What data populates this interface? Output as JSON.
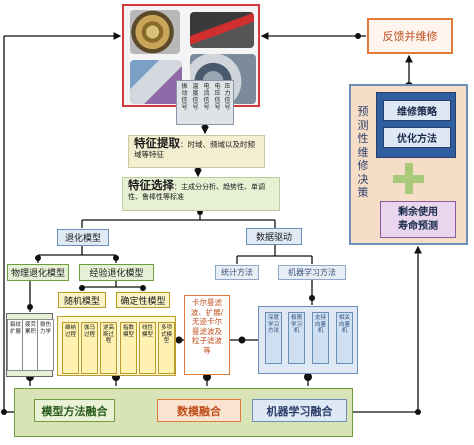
{
  "image_panel": {
    "items": [
      "bearing-photo",
      "battery-module-photo",
      "robot-arm-photo",
      "turbofan-engine-photo"
    ]
  },
  "signals": [
    "振动信号",
    "温度信号",
    "电流信号",
    "电压信号",
    "压力信号"
  ],
  "feature_extraction": {
    "title": "特征提取",
    "desc": "：时域、频域以及时频域等特征"
  },
  "feature_selection": {
    "title": "特征选择",
    "desc": "：主成分分析、趋势性、单调性、鲁棒性等标准"
  },
  "degradation_model": "退化模型",
  "data_driven": "数据驱动",
  "physical_model": "物理退化模型",
  "empirical_model": "经验退化模型",
  "statistical_methods": "统计方法",
  "machine_learning": "机器学习方法",
  "random_model": "随机模型",
  "deterministic_model": "确定性模型",
  "physical_items": [
    "裂纹扩展",
    "疲劳累积",
    "损伤力学"
  ],
  "random_items": [
    "维纳过程",
    "伽马过程",
    "逆高斯过程"
  ],
  "deterministic_items": [
    "指数模型",
    "线性模型",
    "多项式模型"
  ],
  "kalman_text": "卡尔曼滤波、扩展/无迹卡尔曼滤波及粒子滤波等",
  "ml_items": [
    "深度学习方法",
    "极限学习机",
    "支持向量机",
    "相关向量机"
  ],
  "fusion": {
    "model_fusion": "模型方法融合",
    "data_fusion": "数模融合",
    "ml_fusion": "机器学习融合"
  },
  "feedback": "反馈并维修",
  "predictive": {
    "title": "预测性维修决策",
    "strategy": "维修策略",
    "optimization": "优化方法",
    "rul_line1": "剩余使用",
    "rul_line2": "寿命预测"
  },
  "colors": {
    "orange": "#e07b39",
    "blue": "#6a90b8",
    "green": "#6e9c3e",
    "yellow": "#b89a2e",
    "red": "#d13a3a"
  }
}
